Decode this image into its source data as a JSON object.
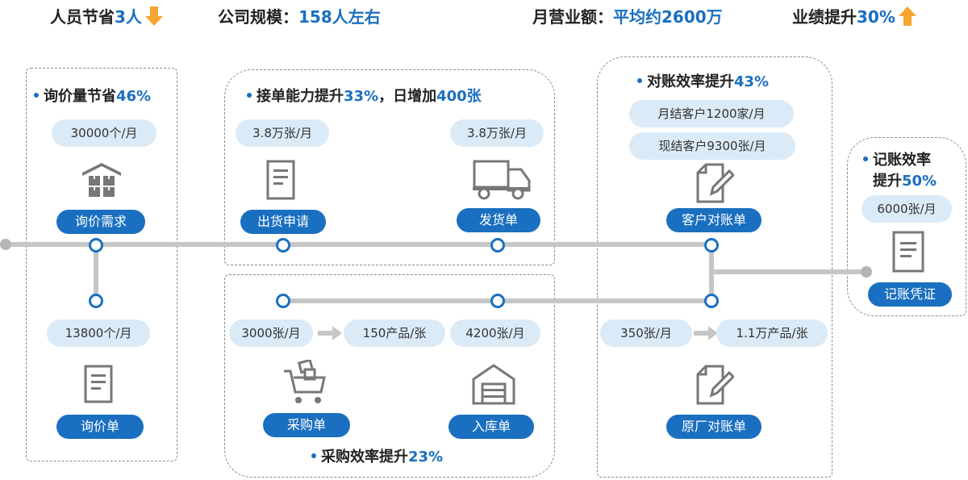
{
  "header": {
    "staff_label": "人员节省",
    "staff_value": "3人",
    "scale_label": "公司规模：",
    "scale_value": "158人左右",
    "revenue_label": "月营业额：",
    "revenue_value": "平均约2600万",
    "perf_label": "业绩提升",
    "perf_value": "30%"
  },
  "inquiry": {
    "title": "询价量节省",
    "title_value": "46%",
    "volume_top": "30000个/月",
    "demand_button": "询价需求",
    "volume_bottom": "13800个/月",
    "sheet_button": "询价单"
  },
  "order": {
    "title": "接单能力提升",
    "title_value": "33%",
    "title_suffix": "，日增加",
    "title_value2": "400张",
    "request_volume": "3.8万张/月",
    "request_button": "出货申请",
    "ship_volume": "3.8万张/月",
    "ship_button": "发货单"
  },
  "purchase": {
    "title": "采购效率提升",
    "title_value": "23%",
    "order_volume": "3000张/月",
    "product_ratio": "150产品/张",
    "inbound_volume": "4200张/月",
    "order_button": "采购单",
    "inbound_button": "入库单"
  },
  "reconcile": {
    "title": "对账效率提升",
    "title_value": "43%",
    "monthly_customers": "月结客户1200家/月",
    "cash_customers": "现结客户9300张/月",
    "customer_button": "客户对账单",
    "factory_volume": "350张/月",
    "factory_ratio": "1.1万产品/张",
    "factory_button": "原厂对账单"
  },
  "bookkeeping": {
    "title_line1": "记账效率",
    "title_line2": "提升",
    "title_value": "50%",
    "volume": "6000张/月",
    "voucher_button": "记账凭证"
  },
  "colors": {
    "accent": "#1a6fc0",
    "pill_bg": "#dbeaf7",
    "arrow": "#f5a530",
    "line": "#c6c6c6"
  }
}
